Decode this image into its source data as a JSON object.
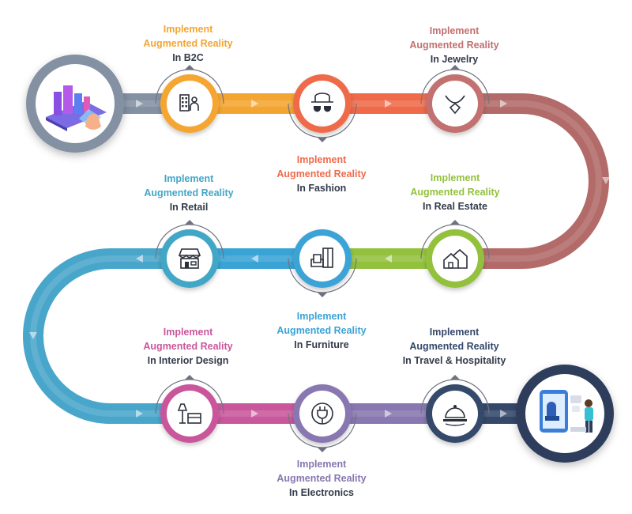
{
  "colors": {
    "b2c": "#f4a531",
    "fashion": "#ef6a4a",
    "jewelry": "#c2706f",
    "real_estate": "#93c13e",
    "furniture": "#3aa3d6",
    "retail": "#43a6c6",
    "interior_design": "#c9579b",
    "electronics": "#8877b0",
    "travel": "#35486a",
    "start": "#8391a3",
    "path_brown": "#b26b69",
    "path_blue": "#49a6cb",
    "dark_text": "#333a4a"
  },
  "stages": [
    {
      "key": "b2c",
      "line1": "Implement",
      "line2": "Augmented Reality",
      "line3": "In B2C",
      "icon": "office-people-icon"
    },
    {
      "key": "fashion",
      "line1": "Implement",
      "line2": "Augmented Reality",
      "line3": "In Fashion",
      "icon": "hat-sunglasses-icon"
    },
    {
      "key": "jewelry",
      "line1": "Implement",
      "line2": "Augmented Reality",
      "line3": "In Jewelry",
      "icon": "necklace-icon"
    },
    {
      "key": "real_estate",
      "line1": "Implement",
      "line2": "Augmented Reality",
      "line3": "In Real Estate",
      "icon": "houses-icon"
    },
    {
      "key": "furniture",
      "line1": "Implement",
      "line2": "Augmented Reality",
      "line3": "In Furniture",
      "icon": "armchair-wardrobe-icon"
    },
    {
      "key": "retail",
      "line1": "Implement",
      "line2": "Augmented Reality",
      "line3": "In Retail",
      "icon": "storefront-icon"
    },
    {
      "key": "interior_design",
      "line1": "Implement",
      "line2": "Augmented Reality",
      "line3": "In Interior Design",
      "icon": "lamp-cabinet-icon"
    },
    {
      "key": "electronics",
      "line1": "Implement",
      "line2": "Augmented Reality",
      "line3": "In Electronics",
      "icon": "plug-icon"
    },
    {
      "key": "travel",
      "line1": "Implement",
      "line2": "Augmented Reality",
      "line3": "In Travel & Hospitality",
      "icon": "cloche-icon"
    }
  ],
  "endpoints": {
    "start_icon": "ar-city-phone-icon",
    "end_icon": "ar-furniture-shopper-icon"
  }
}
